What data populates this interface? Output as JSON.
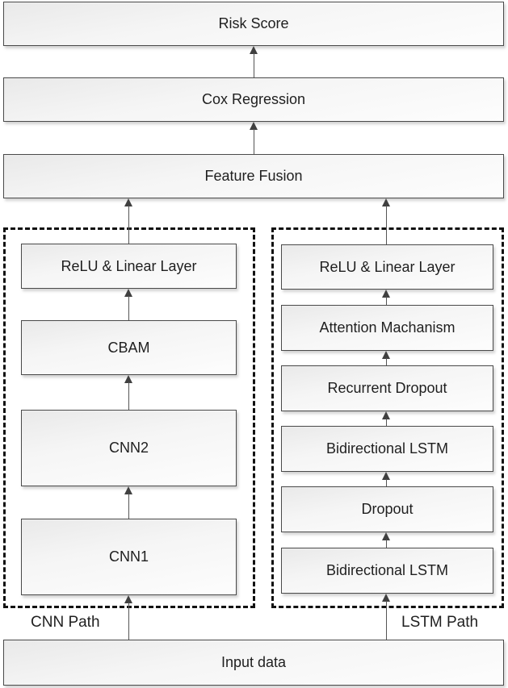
{
  "diagram": {
    "title_note": "Two-branch deep learning survival model flowchart",
    "colors": {
      "box_border": "#4a4a4a",
      "box_fill_top": "#e9e9e9",
      "box_fill_bottom": "#fdfdfd",
      "dashed_border": "#111111",
      "arrow": "#404040",
      "text": "#1f1f1f",
      "background": "#ffffff"
    },
    "nodes": {
      "risk_score": "Risk Score",
      "cox_regression": "Cox Regression",
      "feature_fusion": "Feature Fusion",
      "input_data": "Input data",
      "cnn_branch": {
        "label": "CNN Path",
        "relu_linear": "ReLU & Linear Layer",
        "cbam": "CBAM",
        "cnn2": "CNN2",
        "cnn1": "CNN1"
      },
      "lstm_branch": {
        "label": "LSTM Path",
        "relu_linear": "ReLU & Linear Layer",
        "attention": "Attention Machanism",
        "recurrent_dropout": "Recurrent Dropout",
        "bilstm_upper": "Bidirectional LSTM",
        "dropout": "Dropout",
        "bilstm_lower": "Bidirectional LSTM"
      }
    },
    "edges": [
      {
        "from": "cox_regression",
        "to": "risk_score"
      },
      {
        "from": "feature_fusion",
        "to": "cox_regression"
      },
      {
        "from": "cnn_relu_linear",
        "to": "feature_fusion"
      },
      {
        "from": "lstm_relu_linear",
        "to": "feature_fusion"
      },
      {
        "from": "cbam",
        "to": "cnn_relu_linear"
      },
      {
        "from": "cnn2",
        "to": "cbam"
      },
      {
        "from": "cnn1",
        "to": "cnn2"
      },
      {
        "from": "input_data",
        "to": "cnn1"
      },
      {
        "from": "attention",
        "to": "lstm_relu_linear"
      },
      {
        "from": "recurrent_dropout",
        "to": "attention"
      },
      {
        "from": "bilstm_upper",
        "to": "recurrent_dropout"
      },
      {
        "from": "dropout",
        "to": "bilstm_upper"
      },
      {
        "from": "bilstm_lower",
        "to": "dropout"
      },
      {
        "from": "input_data",
        "to": "bilstm_lower"
      }
    ]
  }
}
